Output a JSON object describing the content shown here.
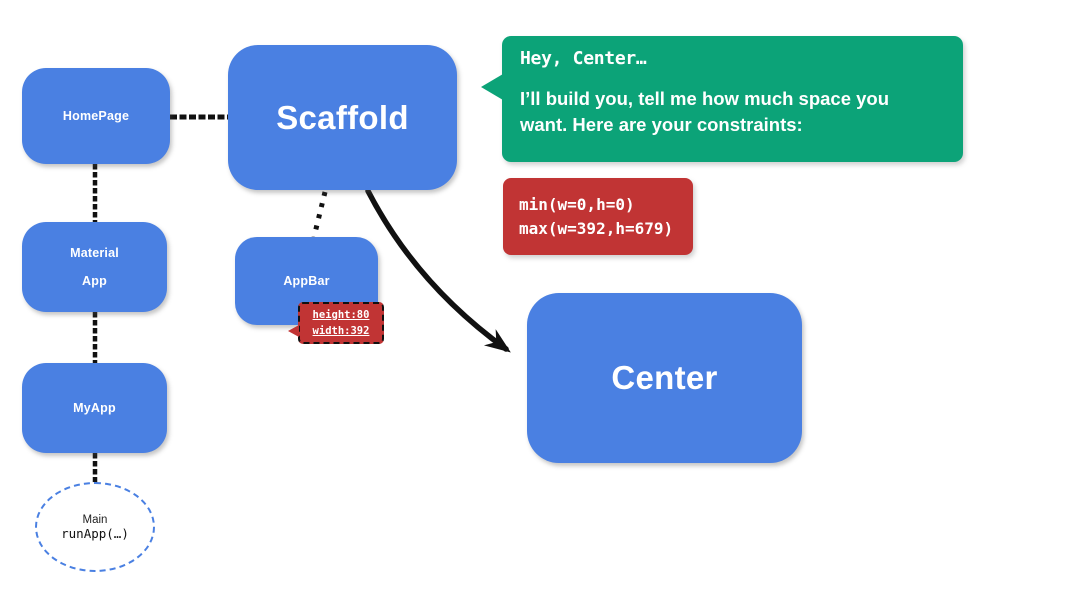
{
  "palette": {
    "blue": "#4a80e2",
    "green": "#0ca378",
    "red": "#c13434",
    "line": "#111111"
  },
  "nodes": {
    "homepage": {
      "label": "HomePage"
    },
    "material_app": {
      "line1": "Material",
      "line2": "App"
    },
    "myapp": {
      "label": "MyApp"
    },
    "main": {
      "line1": "Main",
      "line2": "runApp(…)"
    },
    "scaffold": {
      "label": "Scaffold"
    },
    "appbar": {
      "label": "AppBar"
    },
    "center": {
      "label": "Center"
    }
  },
  "bubble": {
    "heading": "Hey, Center…",
    "body_line1": "I’ll build you, tell me how much space you",
    "body_line2": "want. Here are your constraints:"
  },
  "constraints": {
    "line1": "min(w=0,h=0)",
    "line2": "max(w=392,h=679)"
  },
  "appbar_size": {
    "line1": "height:80",
    "line2": "width:392"
  }
}
